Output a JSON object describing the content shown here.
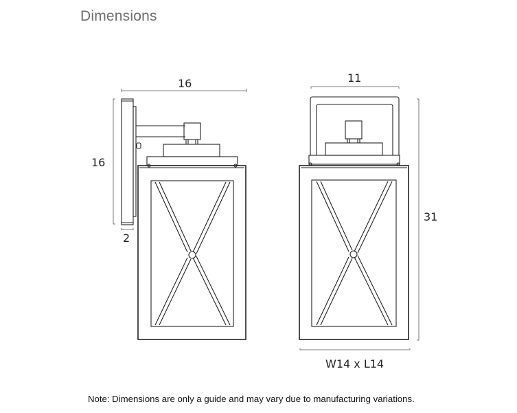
{
  "title": "Dimensions",
  "side_view": {
    "width_label": "16",
    "height_label": "16",
    "backplate_depth_label": "2"
  },
  "front_view": {
    "width_label": "11",
    "height_label": "31",
    "base_label": "W14 x L14"
  },
  "note": "Note: Dimensions are only a guide and may vary due to manufacturing variations.",
  "colors": {
    "title": "#6d6d6d",
    "line": "#222222",
    "dimension_line": "#555555"
  }
}
